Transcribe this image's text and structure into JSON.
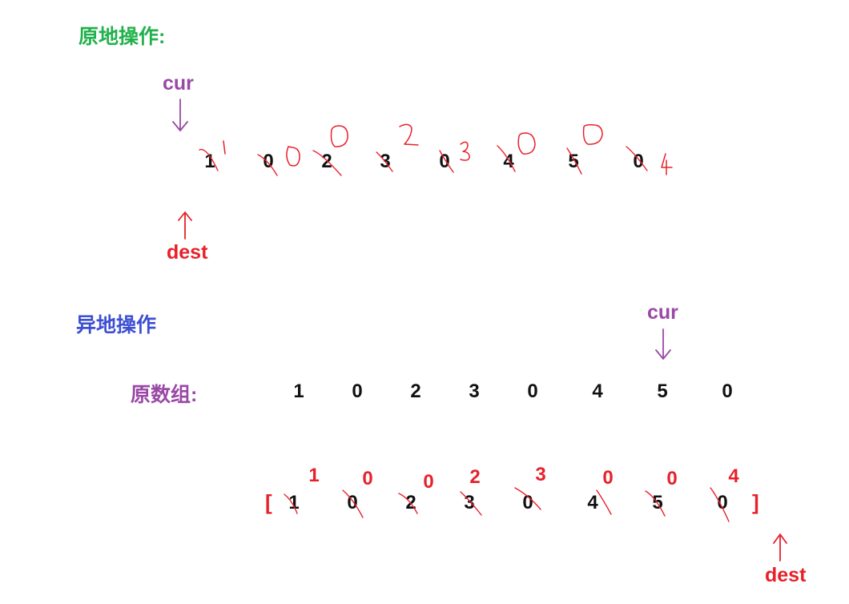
{
  "colors": {
    "green": "#21b14c",
    "purple": "#9a48a6",
    "red": "#e8202a",
    "blue": "#3d4fd2",
    "black": "#111111"
  },
  "inplace": {
    "title": "原地操作:",
    "cur_label": "cur",
    "dest_label": "dest",
    "array": [
      "1",
      "0",
      "2",
      "3",
      "0",
      "4",
      "5",
      "0"
    ],
    "rewrites": [
      "1",
      "0",
      "0",
      "2",
      "3",
      "0",
      "0",
      "4"
    ]
  },
  "outplace": {
    "title": "异地操作",
    "orig_label": "原数组:",
    "orig_array": [
      "1",
      "0",
      "2",
      "3",
      "0",
      "4",
      "5",
      "0"
    ],
    "cur_label": "cur",
    "dest_label": "dest",
    "new_array": [
      "1",
      "0",
      "2",
      "3",
      "0",
      "4",
      "5",
      "0"
    ],
    "new_values": [
      "1",
      "0",
      "0",
      "2",
      "3",
      "0",
      "0",
      "4"
    ],
    "bracket_open": "[",
    "bracket_close": "]"
  }
}
